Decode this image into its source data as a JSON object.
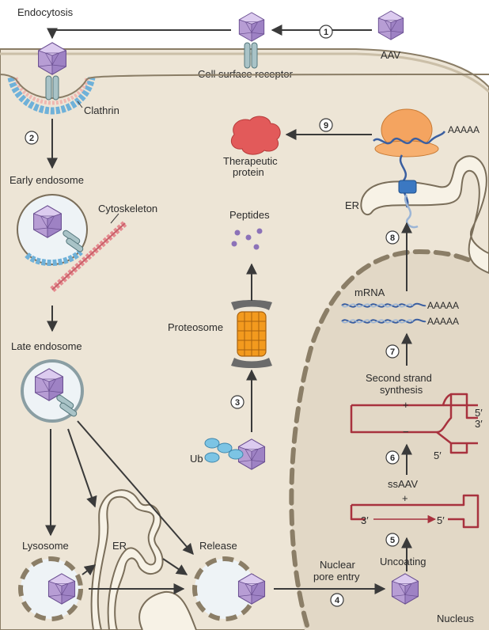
{
  "labels": {
    "endocytosis": "Endocytosis",
    "cell_surface_receptor": "Cell surface receptor",
    "aav": "AAV",
    "clathrin": "Clathrin",
    "early_endosome": "Early endosome",
    "cytoskeleton": "Cytoskeleton",
    "late_endosome": "Late endosome",
    "lysosome": "Lysosome",
    "er_lower": "ER",
    "release": "Release",
    "therapeutic_protein_line1": "Therapeutic",
    "therapeutic_protein_line2": "protein",
    "er_upper": "ER",
    "peptides": "Peptides",
    "proteosome": "Proteosome",
    "ub": "Ub",
    "mrna": "mRNA",
    "polya_ribosome": "AAAAA",
    "polya_1": "AAAAA",
    "polya_2": "AAAAA",
    "second_strand_line1": "Second strand",
    "second_strand_line2": "synthesis",
    "five_prime_top": "5′",
    "three_prime_top": "3′",
    "five_prime_bottom": "5′",
    "ssaav": "ssAAV",
    "three_prime_ss": "3′",
    "five_prime_ss": "5′",
    "plus_1": "+",
    "minus_1": "−",
    "plus_2": "+",
    "nuclear_pore_line1": "Nuclear",
    "nuclear_pore_line2": "pore entry",
    "uncoating": "Uncoating",
    "nucleus": "Nucleus"
  },
  "steps": [
    "1",
    "2",
    "3",
    "4",
    "5",
    "6",
    "7",
    "8",
    "9"
  ],
  "colors": {
    "cytoplasm": "#ede5d6",
    "nucleus": "#e4dccd",
    "membrane_outline": "#7a6e5a",
    "capsid": "#b79dd4",
    "capsid_dark": "#7d5ea7",
    "receptor": "#a9c3c7",
    "clathrin_blue": "#6fb1d9",
    "clathrin_pink": "#f0b7b0",
    "cytoskeleton": "#e58a8f",
    "vesicle_fill": "#eef3f6",
    "therapeutic_protein": "#e25a5a",
    "ribosome": "#f4a460",
    "rna_blue": "#3b5fa0",
    "dna_red": "#a8323e",
    "proteosome_orange": "#f39a1e",
    "ub_blue": "#7cc4e4",
    "arrow": "#3a3a3a"
  },
  "icons": [
    "aav-capsid-icon",
    "receptor-icon",
    "clathrin-coat-icon",
    "cytoskeleton-filament-icon",
    "proteosome-icon",
    "ribosome-icon",
    "therapeutic-protein-icon",
    "ub-icon"
  ]
}
